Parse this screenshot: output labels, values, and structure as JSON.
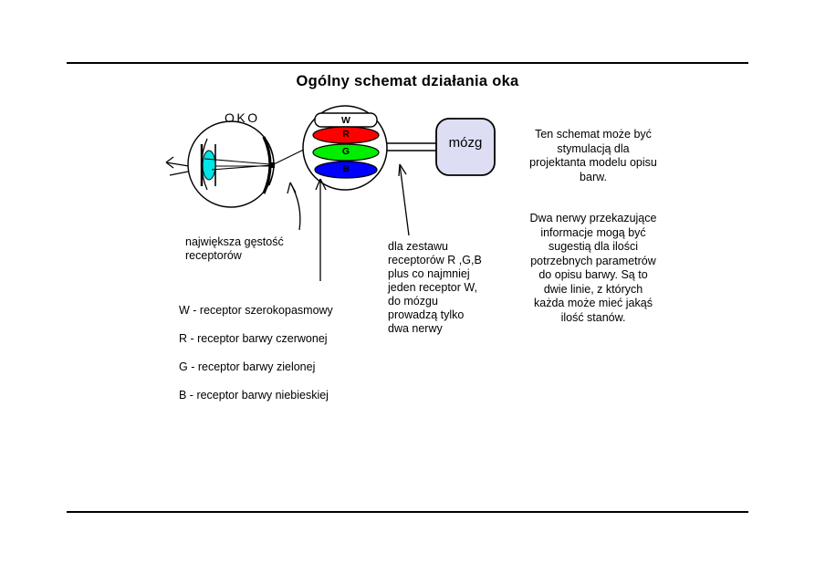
{
  "page": {
    "title": "Ogólny schemat działania oka",
    "background_color": "#ffffff",
    "rule_color": "#000000"
  },
  "diagram": {
    "eye": {
      "label": "OKO",
      "lens_color": "#00e5e5",
      "outline_color": "#000000"
    },
    "receptor_cluster": {
      "receptors": [
        {
          "code": "W",
          "shape": "rounded-rect",
          "fill": "#ffffff"
        },
        {
          "code": "R",
          "shape": "ellipse",
          "fill": "#ff0000"
        },
        {
          "code": "G",
          "shape": "ellipse",
          "fill": "#00ee00"
        },
        {
          "code": "B",
          "shape": "ellipse",
          "fill": "#0000ff"
        }
      ]
    },
    "brain": {
      "label": "mózg",
      "fill": "#ddddf4",
      "border": "#000000"
    },
    "nerves": {
      "count": 2
    },
    "annotations": {
      "density": "największa gęstość\nreceptorów",
      "nerves_note": "dla zestawu\nreceptorów R ,G,B\nplus co najmniej\njeden receptor W,\ndo mózgu\nprowadzą tylko\ndwa nerwy"
    },
    "legend": [
      "W - receptor szerokopasmowy",
      "R  - receptor barwy czerwonej",
      "G  - receptor barwy zielonej",
      "B - receptor barwy niebieskiej"
    ]
  },
  "notes": {
    "note_1": "Ten schemat może być\nstymulacją dla\nprojektanta modelu opisu\nbarw.",
    "note_2": "Dwa nerwy przekazujące\ninformacje mogą być\nsugestią dla ilości\npotrzebnych parametrów\ndo opisu barwy. Są to\ndwie linie, z których\nkażda może mieć jakąś\nilość stanów."
  }
}
